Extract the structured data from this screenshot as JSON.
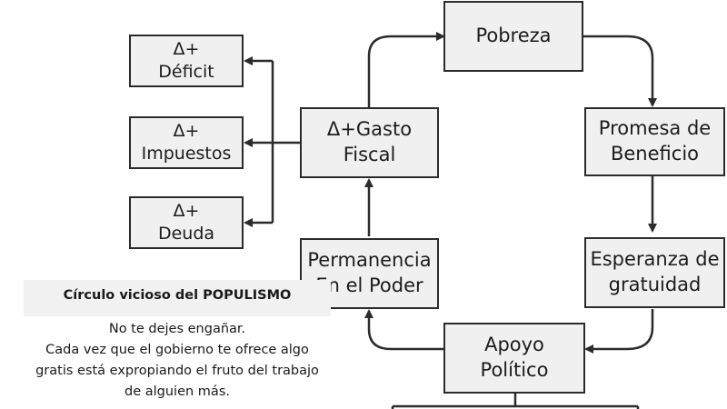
{
  "diagram": {
    "cycle": {
      "pobreza": "Pobreza",
      "promesa": [
        "Promesa de",
        "Beneficio"
      ],
      "esperanza": [
        "Esperanza de",
        "gratuidad"
      ],
      "apoyo": [
        "Apoyo",
        "Político"
      ],
      "permanencia": [
        "Permanencia",
        "En el Poder"
      ],
      "gasto": [
        "Δ+Gasto",
        "Fiscal"
      ]
    },
    "effects": [
      [
        "Δ+",
        "Déficit"
      ],
      [
        "Δ+",
        "Impuestos"
      ],
      [
        "Δ+",
        "Deuda"
      ]
    ]
  },
  "caption": {
    "title": "Círculo vicioso del POPULISMO",
    "lines": [
      "No te dejes engañar.",
      "Cada vez que el gobierno te ofrece algo",
      "gratis está expropiando el fruto del trabajo",
      "de alguien más."
    ]
  }
}
